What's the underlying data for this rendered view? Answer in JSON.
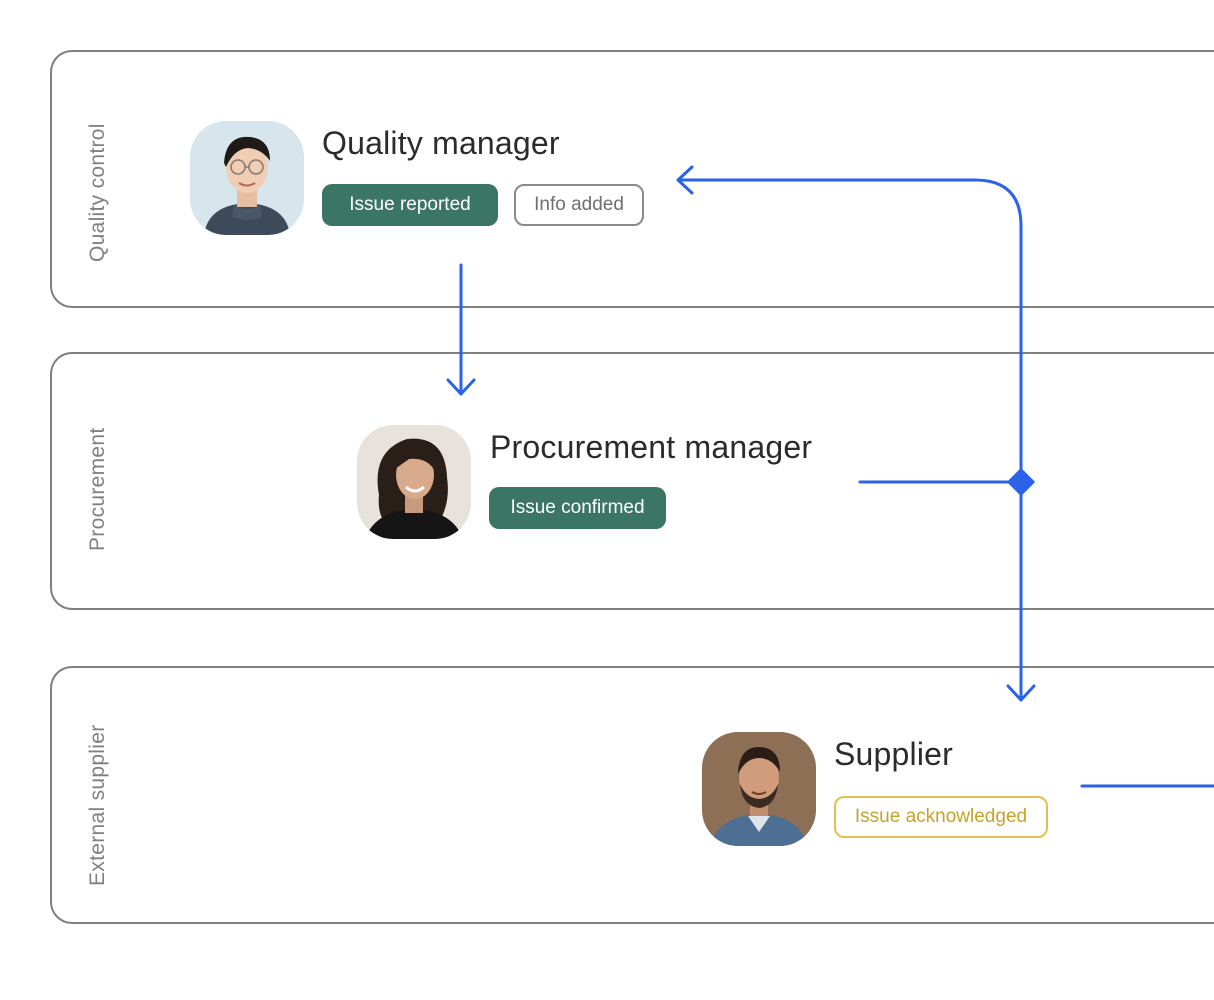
{
  "colors": {
    "connector": "#2a62ea",
    "chip_filled": "#3b7564",
    "chip_outline_gray": "#8a8a8a",
    "chip_outline_yellow": "#e1c04f",
    "lane_border": "#7f7f7f"
  },
  "lanes": [
    {
      "label": "Quality control"
    },
    {
      "label": "Procurement"
    },
    {
      "label": "External supplier"
    }
  ],
  "nodes": {
    "quality": {
      "title": "Quality manager",
      "chips": [
        "Issue reported",
        "Info added"
      ],
      "avatar": "avatar-woman-glasses"
    },
    "procurement": {
      "title": "Procurement manager",
      "chips": [
        "Issue confirmed"
      ],
      "avatar": "avatar-woman-dark-hair"
    },
    "supplier": {
      "title": "Supplier",
      "chips": [
        "Issue acknowledged"
      ],
      "avatar": "avatar-man-beard"
    }
  }
}
